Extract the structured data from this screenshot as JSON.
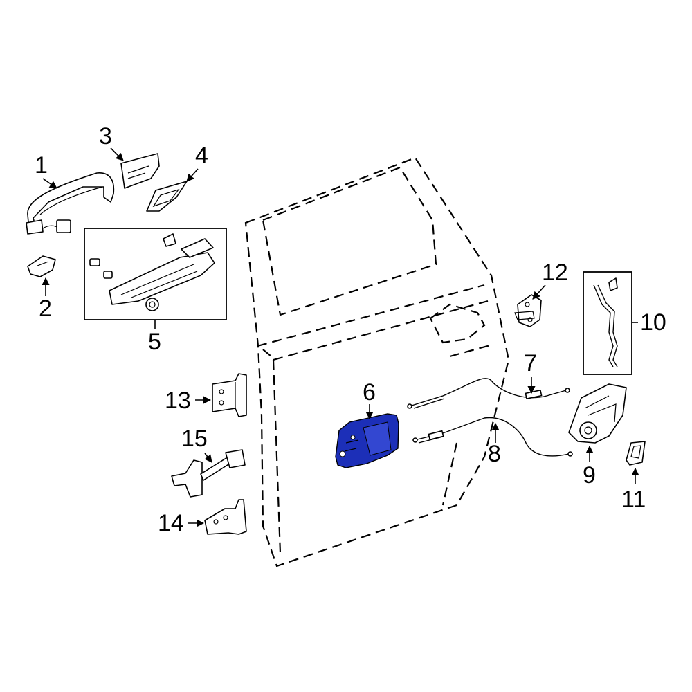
{
  "callouts": {
    "c1": "1",
    "c2": "2",
    "c3": "3",
    "c4": "4",
    "c5": "5",
    "c6": "6",
    "c7": "7",
    "c8": "8",
    "c9": "9",
    "c10": "10",
    "c11": "11",
    "c12": "12",
    "c13": "13",
    "c14": "14",
    "c15": "15"
  },
  "highlight_color": "#1c2fb8",
  "highlighted_part": "6"
}
